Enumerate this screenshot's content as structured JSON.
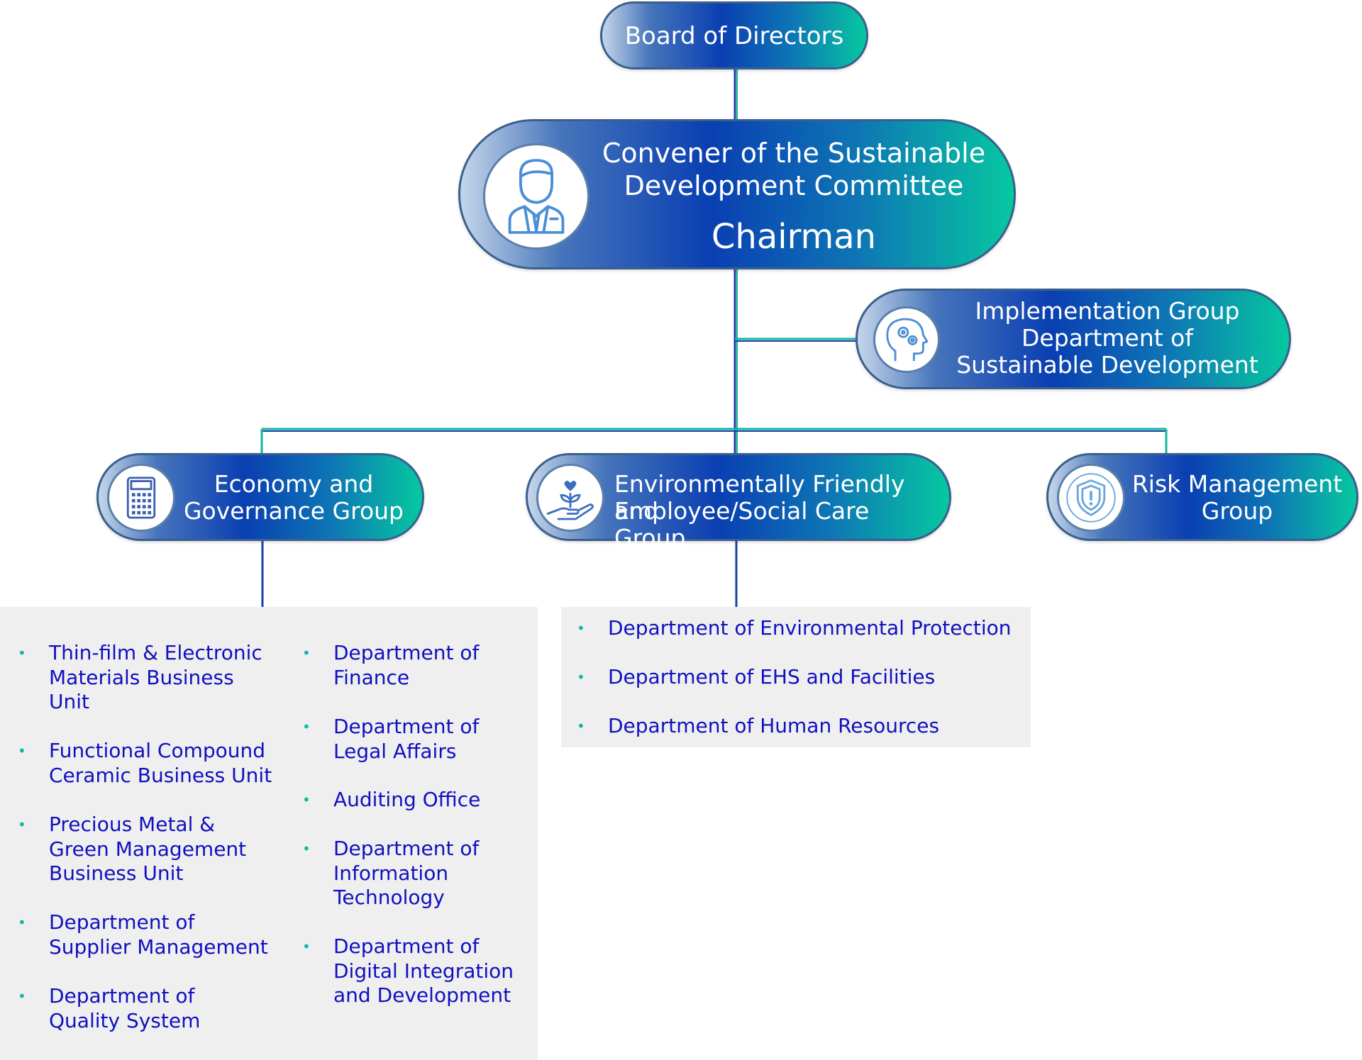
{
  "board": {
    "label": "Board of Directors"
  },
  "convener": {
    "line1": "Convener of the Sustainable",
    "line2": "Development Committee",
    "role": "Chairman",
    "icon": "person-icon"
  },
  "implementation": {
    "line1": "Implementation Group",
    "line2": "Department of",
    "line3": "Sustainable Development",
    "icon": "head-gears-icon"
  },
  "groups": {
    "economy": {
      "line1": "Economy and",
      "line2": "Governance Group",
      "icon": "calculator-icon"
    },
    "environment": {
      "line1": "Environmentally Friendly and",
      "line2": "Employee/Social Care Group",
      "icon": "hand-plant-icon"
    },
    "risk": {
      "line1": "Risk Management",
      "line2": "Group",
      "icon": "shield-icon"
    }
  },
  "economy_departments_col1": [
    [
      "Thin-film & Electronic",
      "Materials Business",
      "Unit"
    ],
    [
      "Functional Compound",
      "Ceramic Business Unit"
    ],
    [
      "Precious Metal &",
      "Green Management",
      "Business Unit"
    ],
    [
      "Department of",
      "Supplier Management"
    ],
    [
      "Department of",
      "Quality System"
    ]
  ],
  "economy_departments_col2": [
    [
      "Department of",
      "Finance"
    ],
    [
      "Department of",
      "Legal Affairs"
    ],
    [
      "Auditing Office"
    ],
    [
      "Department of",
      "Information",
      "Technology"
    ],
    [
      "Department of",
      "Digital Integration",
      "and Development"
    ]
  ],
  "environment_departments": [
    "Department of Environmental Protection",
    "Department of EHS and Facilities",
    "Department of Human Resources"
  ],
  "colors": {
    "connector_blue": "#1a3fa8",
    "connector_teal": "#12b59e",
    "list_text": "#1010c0",
    "bullet": "#10b9a8",
    "panel_bg": "#efefef"
  }
}
